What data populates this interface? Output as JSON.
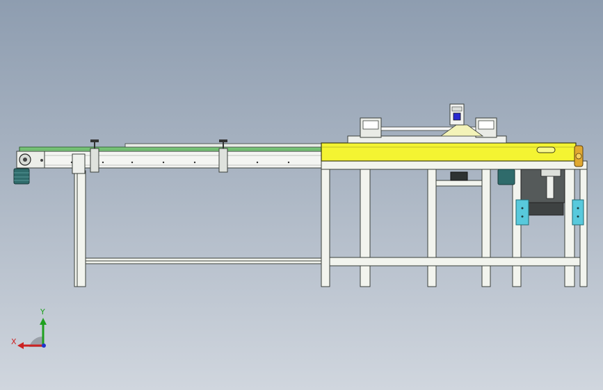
{
  "view": {
    "axis_x_label": "X",
    "axis_y_label": "Y"
  },
  "colors": {
    "background_top": "#8e9db0",
    "background_bottom": "#d0d6de",
    "frame_fill": "#f2f4ee",
    "frame_stroke": "#3a3f3a",
    "conveyor_belt": "#7fce7f",
    "table_top": "#f4f432",
    "motor": "#2f6b6b",
    "sensor_block": "#58c9dc",
    "dark_part": "#555a5a",
    "axis_x": "#cc2222",
    "axis_y": "#1fa01f",
    "axis_z": "#2233cc"
  },
  "components": [
    {
      "name": "long-conveyor",
      "description_icon": "belt-conveyor"
    },
    {
      "name": "work-table",
      "description_icon": "yellow-table"
    },
    {
      "name": "vision-camera",
      "description_icon": "camera"
    },
    {
      "name": "drive-motor-left",
      "description_icon": "motor"
    },
    {
      "name": "drive-motor-right",
      "description_icon": "motor"
    }
  ]
}
